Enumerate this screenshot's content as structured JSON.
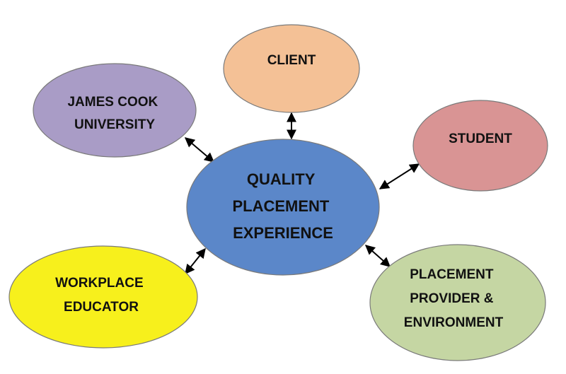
{
  "diagram": {
    "center": {
      "lines": [
        "QUALITY",
        "PLACEMENT",
        "EXPERIENCE"
      ],
      "color": "#5b87c9"
    },
    "nodes": {
      "client": {
        "lines": [
          "CLIENT"
        ],
        "color": "#f4c196"
      },
      "jcu": {
        "lines": [
          "JAMES COOK",
          "UNIVERSITY"
        ],
        "color": "#a99cc6"
      },
      "student": {
        "lines": [
          "STUDENT"
        ],
        "color": "#d99494"
      },
      "workplace_educator": {
        "lines": [
          "WORKPLACE",
          "EDUCATOR"
        ],
        "color": "#f7f01c"
      },
      "placement_provider": {
        "lines": [
          "PLACEMENT",
          "PROVIDER &",
          "ENVIRONMENT"
        ],
        "color": "#c5d6a3"
      }
    },
    "connections": [
      {
        "from": "center",
        "to": "client",
        "style": "bidirectional-arrow"
      },
      {
        "from": "center",
        "to": "jcu",
        "style": "bidirectional-arrow"
      },
      {
        "from": "center",
        "to": "student",
        "style": "bidirectional-arrow"
      },
      {
        "from": "center",
        "to": "workplace_educator",
        "style": "bidirectional-arrow"
      },
      {
        "from": "center",
        "to": "placement_provider",
        "style": "bidirectional-arrow"
      }
    ]
  }
}
